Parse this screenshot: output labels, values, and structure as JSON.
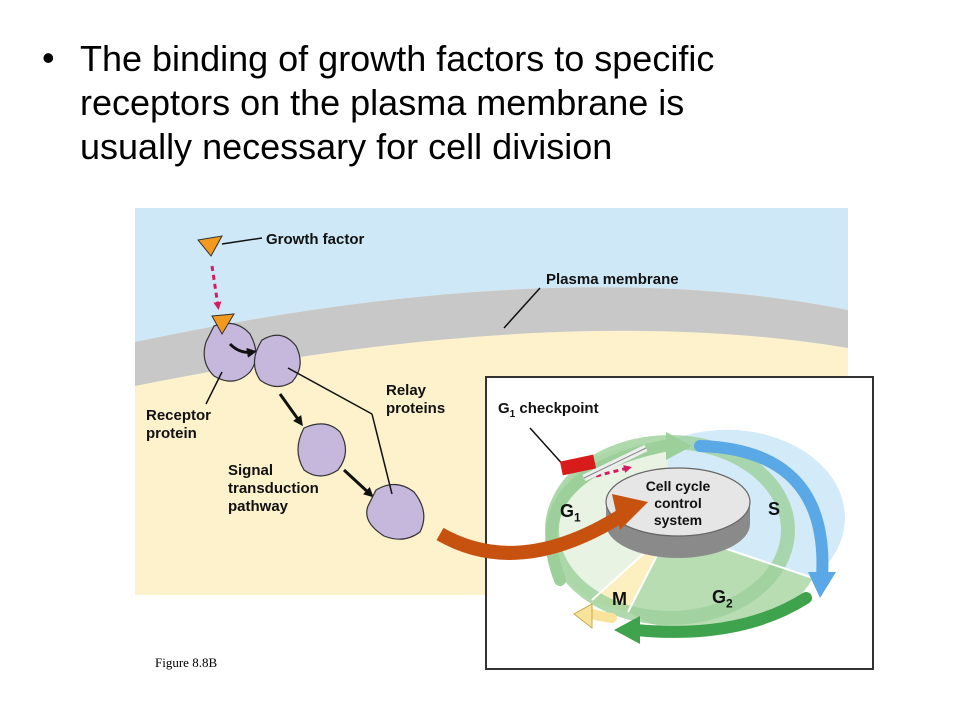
{
  "slide": {
    "bullet": "•",
    "headline_lines": [
      "The binding of growth factors to specific",
      "receptors on the plasma membrane is",
      "usually necessary for cell division"
    ]
  },
  "figure": {
    "labels": {
      "growth_factor": "Growth factor",
      "plasma_membrane": "Plasma membrane",
      "relay_proteins_lines": [
        "Relay",
        "proteins"
      ],
      "receptor_protein_lines": [
        "Receptor",
        "protein"
      ],
      "signal_transduction_lines": [
        "Signal",
        "transduction",
        "pathway"
      ],
      "checkpoint_main": "G",
      "checkpoint_sub": "1",
      "checkpoint_rest": " checkpoint",
      "control_system_lines": [
        "Cell cycle",
        "control",
        "system"
      ],
      "phase_g1_main": "G",
      "phase_g1_sub": "1",
      "phase_s": "S",
      "phase_g2_main": "G",
      "phase_g2_sub": "2",
      "phase_m": "M"
    },
    "caption": "Figure 8.8B"
  },
  "colors": {
    "extracellular": "#cfe8f7",
    "membrane": "#c8c8c8",
    "cytoplasm": "#fdf2cc",
    "protein": "#c6b7dd",
    "growth_factor": "#f39a1e",
    "signal_arrow": "#c7520f",
    "g1": "#e8f3e3",
    "s_phase": "#d3eaf8",
    "g2": "#b9ddb2",
    "m_phase": "#fcf0c0"
  }
}
